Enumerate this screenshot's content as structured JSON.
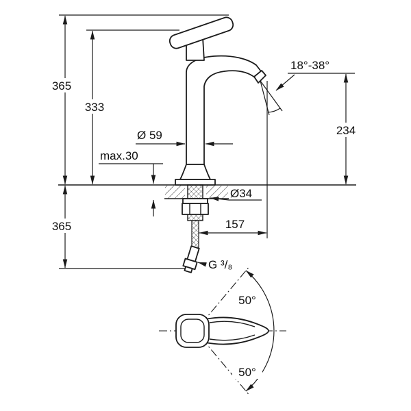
{
  "drawing": {
    "type": "faucet-dimensional-diagram",
    "colors": {
      "background": "#ffffff",
      "line": "#1b1b1b"
    }
  },
  "labels": {
    "height_total": "365",
    "height_to_handle": "333",
    "body_diameter": "Ø 59",
    "max_counter_thickness": "max.30",
    "hose_length": "365",
    "spray_angle": "18°-38°",
    "spout_height": "234",
    "hole_diameter": "Ø34",
    "spout_reach": "157",
    "thread_size": "G ³/₈",
    "handle_swing_up": "50°",
    "handle_swing_down": "50°"
  }
}
